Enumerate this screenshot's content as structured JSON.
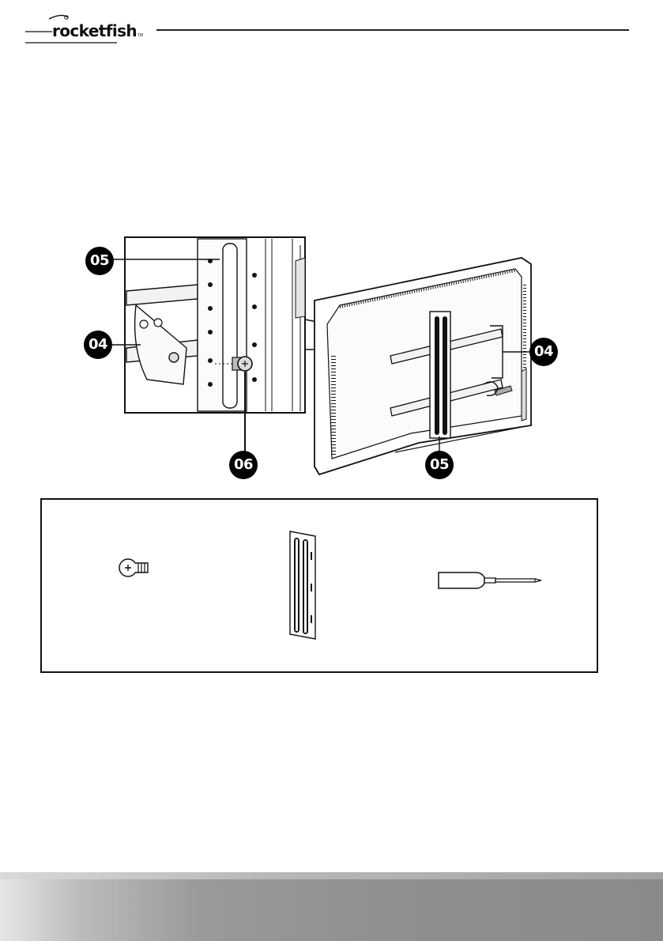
{
  "header": {
    "brand": "rocketfish",
    "tm": "TM"
  },
  "figure": {
    "callouts": {
      "detail_05": "05",
      "detail_04": "04",
      "detail_06": "06",
      "tv_04": "04",
      "tv_05": "05"
    }
  },
  "parts": {
    "items": [
      "screw-icon",
      "strap-icon",
      "screwdriver-icon"
    ]
  },
  "colors": {
    "line": "#111111",
    "footer": "#8f8f8f"
  }
}
